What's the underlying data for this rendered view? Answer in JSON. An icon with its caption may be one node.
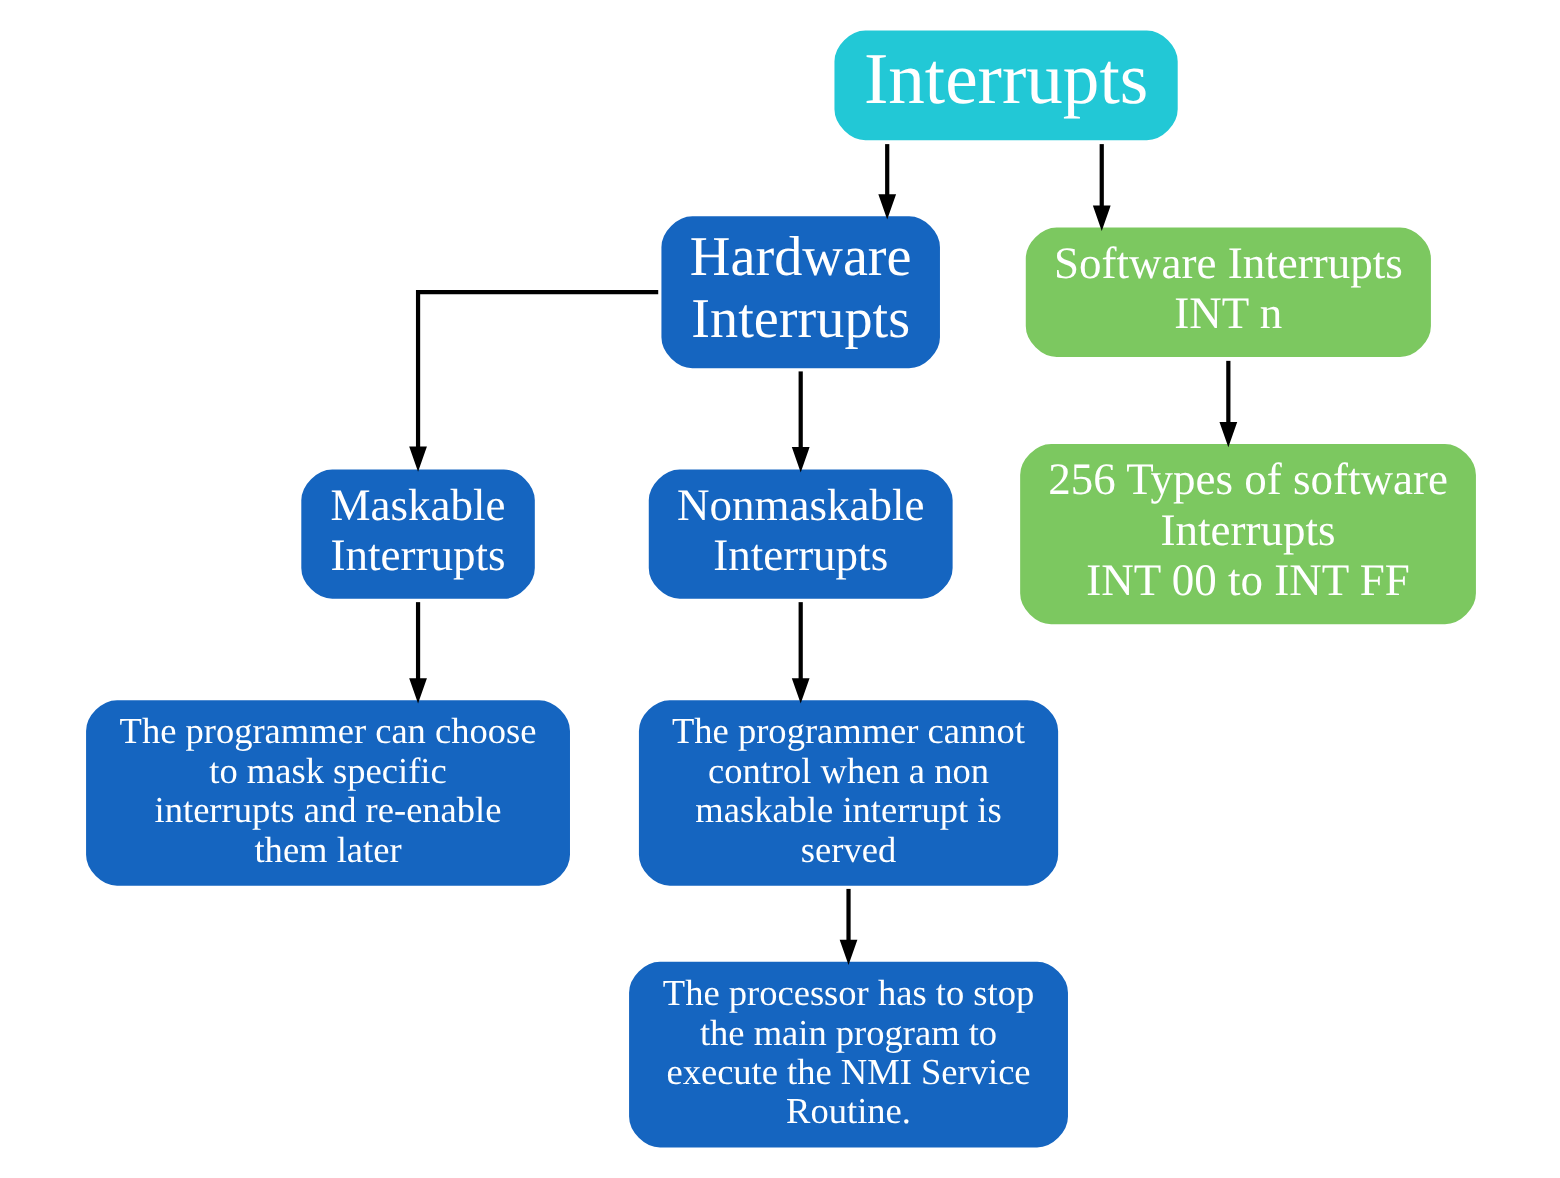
{
  "diagram": {
    "nodes": [
      {
        "text": [
          "Interrupts"
        ]
      },
      {
        "text": [
          "Hardware Interrupts"
        ]
      },
      {
        "text": [
          "Software Interrupts",
          "INT n"
        ]
      },
      {
        "text": [
          "Maskable Interrupts"
        ]
      },
      {
        "text": [
          "Nonmaskable Interrupts"
        ]
      },
      {
        "text": [
          "256 Types of software Interrupts",
          "INT 00 to INT FF"
        ]
      },
      {
        "text": [
          "The programmer can choose to mask specific interrupts and re-enable them later"
        ]
      },
      {
        "text": [
          "The programmer cannot control when a non maskable interrupt is served"
        ]
      },
      {
        "text": [
          "The processor has to stop the main program to execute the NMI Service Routine."
        ]
      }
    ],
    "edges": [
      {
        "from": 0,
        "to": 1,
        "arrow": "to"
      },
      {
        "from": 0,
        "to": 2,
        "arrow": "to"
      },
      {
        "from": 1,
        "to": 3,
        "arrow": "to"
      },
      {
        "from": 1,
        "to": 4,
        "arrow": "to"
      },
      {
        "from": 2,
        "to": 5,
        "arrow": "to"
      },
      {
        "from": 3,
        "to": 6,
        "arrow": "to"
      },
      {
        "from": 4,
        "to": 7,
        "arrow": "to"
      },
      {
        "from": 7,
        "to": 8,
        "arrow": "to"
      }
    ]
  }
}
